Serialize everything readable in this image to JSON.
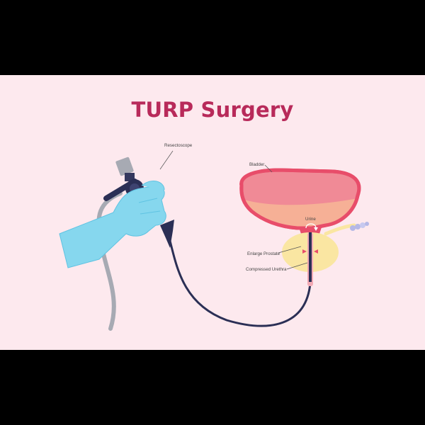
{
  "title": "TURP Surgery",
  "labels": {
    "resectoscope": "Resectoscope",
    "bladder": "Bladder",
    "urine": "Urine",
    "enlarge_prostate": "Enlarge Prostate",
    "compressed_urethra": "Compressed Urethra"
  },
  "colors": {
    "title": "#b82a5a",
    "panel_background": "#fde9ee",
    "hand_glove": "#86d7ee",
    "bladder_wall": "#e84d6a",
    "bladder_fill": "#f08a96",
    "urine": "#f6b096",
    "prostate": "#fae6a2",
    "scope_cable": "#2b2f55",
    "side_tube": "#a7aab3"
  }
}
